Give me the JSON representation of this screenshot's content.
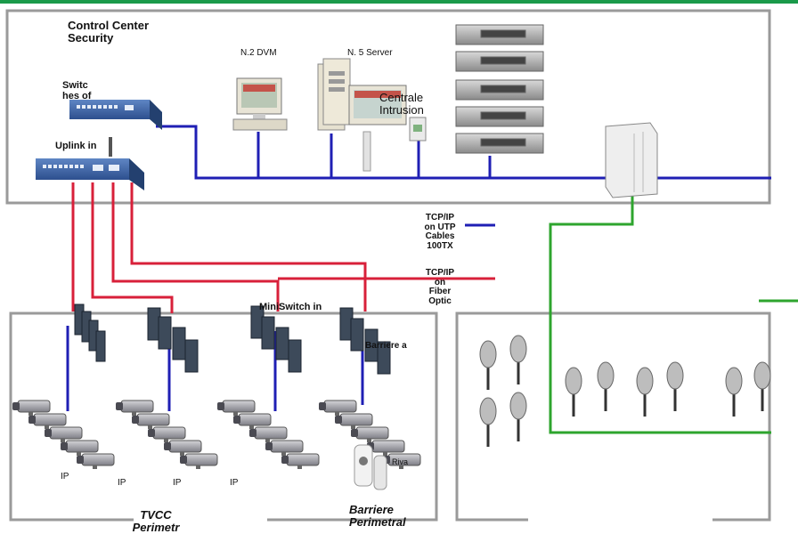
{
  "control_center": {
    "title_line1": "Control Center",
    "title_line2": "Security"
  },
  "switches": {
    "label_line1": "Switc",
    "label_line2": "hes of",
    "uplink": "Uplink in"
  },
  "devices": {
    "dvm": "N.2 DVM",
    "server": "N. 5 Server",
    "centrale_line1": "Centrale",
    "centrale_line2": "Intrusion"
  },
  "legend": {
    "utp": {
      "line1": "TCP/IP",
      "line2": "on UTP",
      "line3": "Cables",
      "line4": "100TX",
      "color": "#1f1fb4"
    },
    "fiber": {
      "line1": "TCP/IP",
      "line2": "on",
      "line3": "Fiber",
      "line4": "Optic",
      "color": "#d8203a"
    }
  },
  "perimeter": {
    "miniswitch": "MiniSwitch in",
    "barriere_a": "Barriere a",
    "riva": "Riva"
  },
  "camera_labels": [
    "IP",
    "IP",
    "IP",
    "IP"
  ],
  "bottom": {
    "tvcc_line1": "TVCC",
    "tvcc_line2": "Perimetr",
    "barriere_line1": "Barriere",
    "barriere_line2": "Perimetral"
  },
  "colors": {
    "green_line": "#2ea52e",
    "top_border": "#1a9a4a",
    "box_border": "#9a9a9a"
  }
}
